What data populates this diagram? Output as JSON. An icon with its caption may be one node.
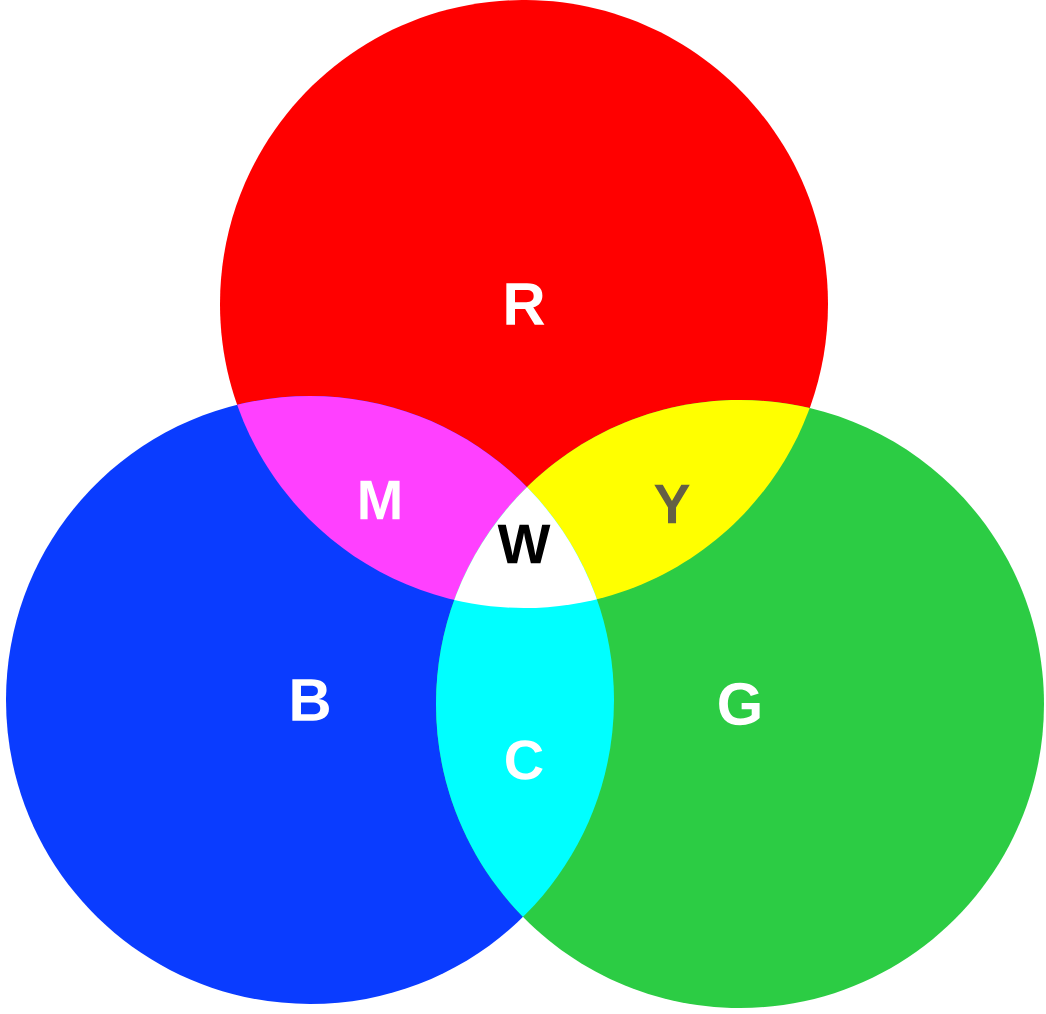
{
  "diagram": {
    "nodes": [
      {
        "text": [
          "R"
        ]
      },
      {
        "text": [
          "B"
        ]
      },
      {
        "text": [
          "G"
        ]
      }
    ],
    "edges": [],
    "labels": [
      "M",
      "Y",
      "W",
      "C"
    ]
  }
}
